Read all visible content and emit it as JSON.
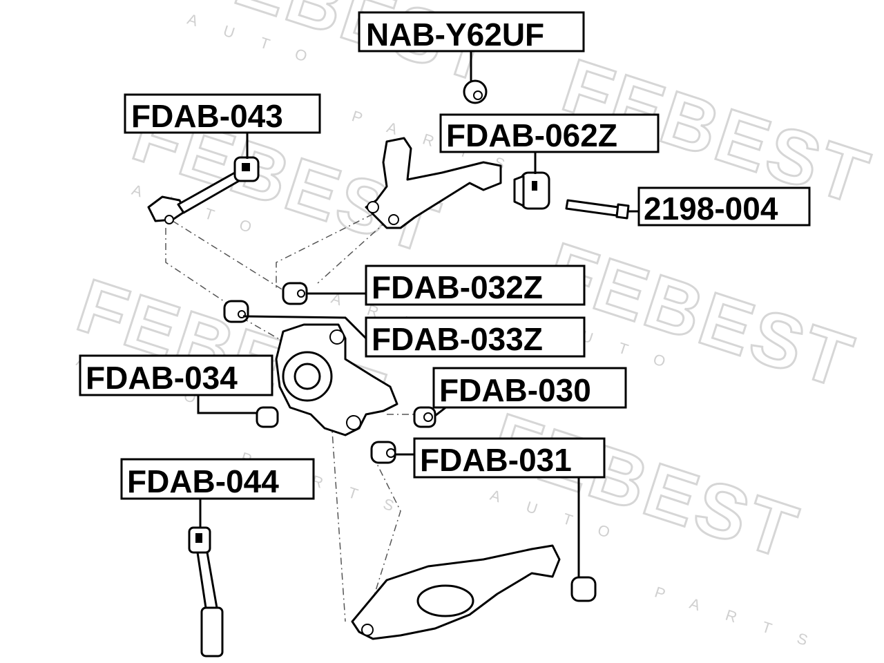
{
  "watermark": {
    "brand": "FEBEST",
    "auto": "AUTO",
    "parts": "PARTS"
  },
  "labels": {
    "nab_y62uf": "NAB-Y62UF",
    "fdab_043": "FDAB-043",
    "fdab_062z": "FDAB-062Z",
    "p2198_004": "2198-004",
    "fdab_032z": "FDAB-032Z",
    "fdab_033z": "FDAB-033Z",
    "fdab_034": "FDAB-034",
    "fdab_030": "FDAB-030",
    "fdab_031": "FDAB-031",
    "fdab_044": "FDAB-044"
  }
}
